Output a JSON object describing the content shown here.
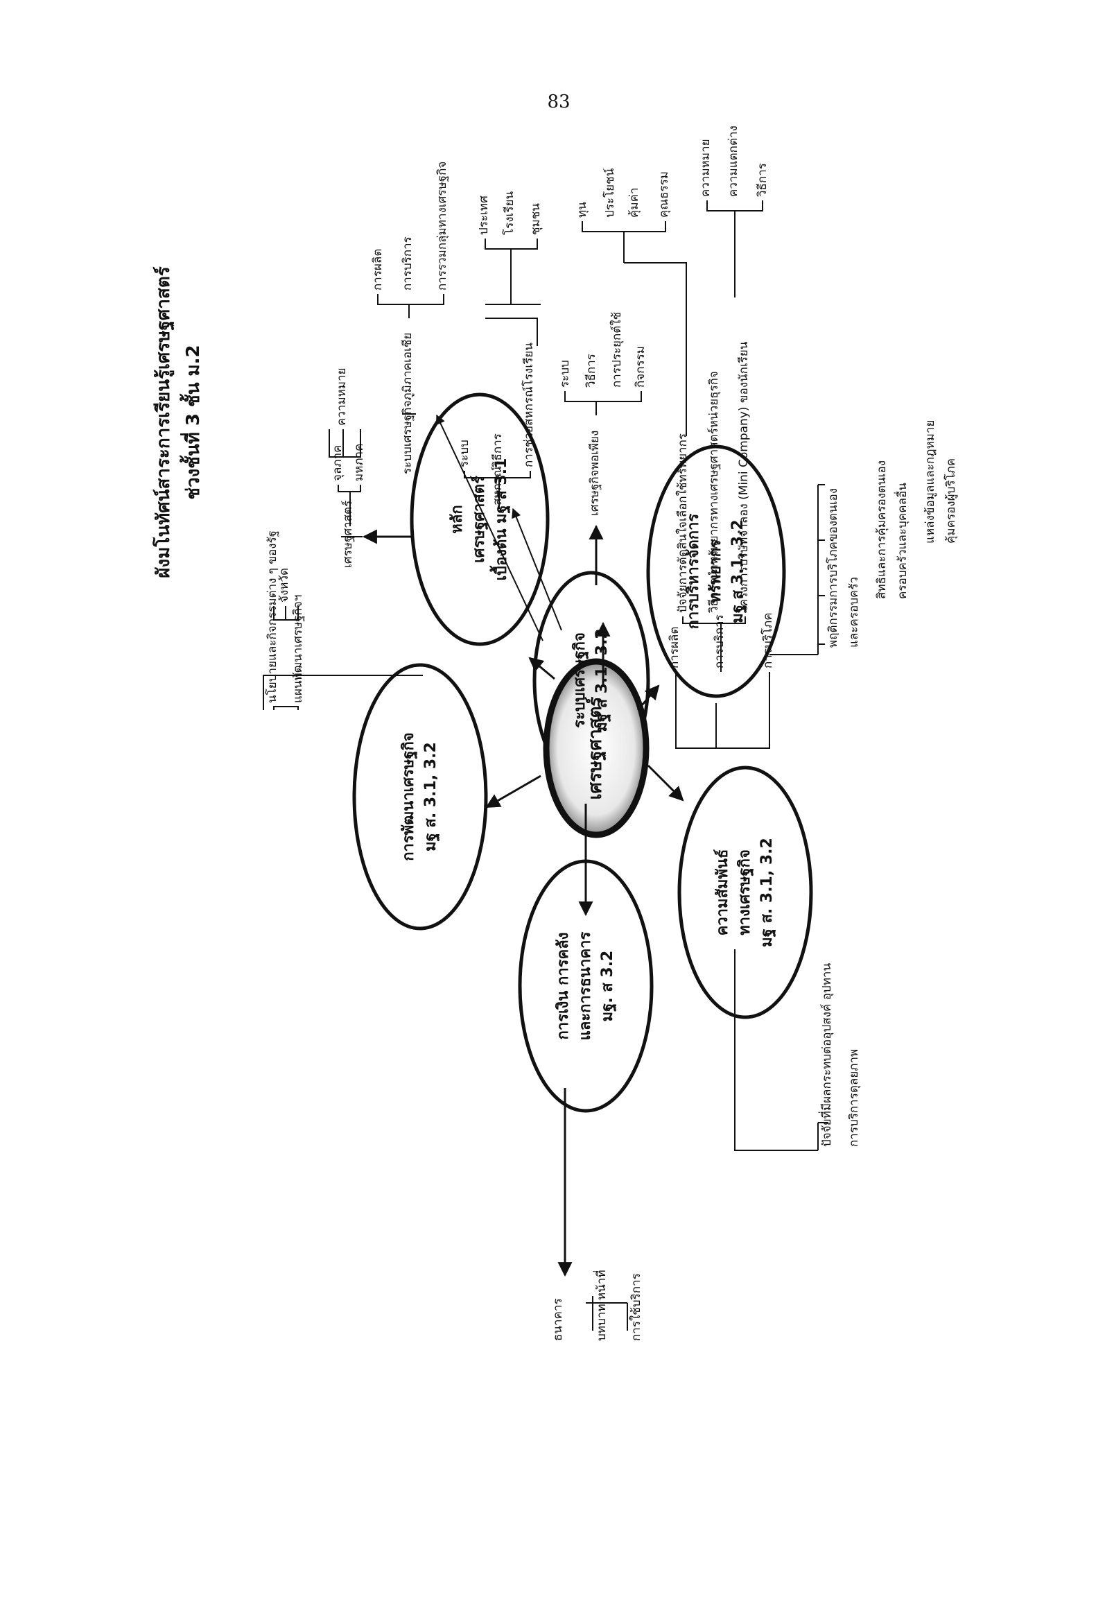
{
  "page_number": "83",
  "title": {
    "line1": "ผังมโนทัศน์สาระการเรียนรู้เศรษฐศาสตร์",
    "line2": "ช่วงชั้นที่  3  ชั้น  ม.2"
  },
  "center": "เศรษฐศาสตร์",
  "nodes": {
    "principles": [
      "หลัก",
      "เศรษฐศาสตร์",
      "เบื้องต้น มฐ ส 3.1"
    ],
    "system": [
      "ระบบเศรษฐกิจ",
      "มฐ ส 3.1, 3.2"
    ],
    "resources": [
      "การบริหารจัดการ",
      "ทรัพยากร",
      "มฐ ส 3.1, 3.2"
    ],
    "relations": [
      "ความสัมพันธ์",
      "ทางเศรษฐกิจ",
      "มฐ ส. 3.1, 3.2"
    ],
    "finance": [
      "การเงิน การคลัง",
      "และการธนาคาร",
      "มฐ. ส 3.2"
    ],
    "development": [
      "การพัฒนาเศรษฐกิจ",
      "มฐ ส. 3.1, 3.2"
    ]
  },
  "branches": {
    "development": {
      "items": [
        "นโยบายและกิจกรรมต่าง ๆ ของรัฐ",
        "แผนพัฒนาเศรษฐกิจฯ"
      ],
      "sub": "จังหวัด"
    },
    "principles": {
      "head": "เศรษฐศาสตร์",
      "items": [
        "จุลภาค",
        "มหภาค"
      ],
      "sub": "ความหมาย"
    },
    "system": {
      "asia": "ระบบเศรษฐกิจภูมิภาคเอเชีย",
      "asia_items": [
        "การผลิต",
        "การบริการ",
        "การรวมกลุ่มทางเศรษฐกิจ"
      ],
      "coop": "สหกรณ์",
      "coop_items": [
        "ระบบ",
        "วิธีการ",
        "การช่วยสหกรณ์โรงเรียน"
      ],
      "coop_sub": [
        "ประเทศ",
        "โรงเรียน",
        "ชุมชน"
      ],
      "sufficiency": "เศรษฐกิจพอเพียง",
      "sufficiency_items": [
        "ระบบ",
        "วิธีการ",
        "การประยุกต์ใช้",
        "กิจกรรม"
      ]
    },
    "resources": {
      "items": [
        "การผลิต",
        "การบริการ",
        "การบริโภค"
      ],
      "production_items": [
        "ปัจจัยการตัดสินใจเลือกใช้ทรัพยากร",
        "วิธีการนำทรัพยากรทางเศรษฐศาสตร์หน่วยธุรกิจ",
        "โครงการบริษัทจำลอง (Mini Company) ของนักเรียน"
      ],
      "factor_items": [
        "ทุน",
        "ประโยชน์",
        "คุ้มค่า",
        "คุณธรรม"
      ],
      "mini_items": [
        "ความหมาย",
        "ความแตกต่าง",
        "วิธีการ"
      ],
      "consumption_items": [
        "พฤติกรรมการบริโภคของตนเอง",
        "และครอบครัว",
        "สิทธิและการคุ้มครองตนเอง",
        "ครอบครัวและบุคคลอื่น",
        "แหล่งข้อมูลและกฎหมาย",
        "คุ้มครองผู้บริโภค"
      ]
    },
    "relations": {
      "items": [
        "ปัจจัยที่มีผลกระทบต่ออุปสงค์ อุปทาน",
        "การบริการดุลยภาพ"
      ]
    },
    "finance": {
      "head": "ธนาคาร",
      "items": [
        "บทบาท หน้าที่",
        "การใช้บริการ"
      ]
    }
  }
}
